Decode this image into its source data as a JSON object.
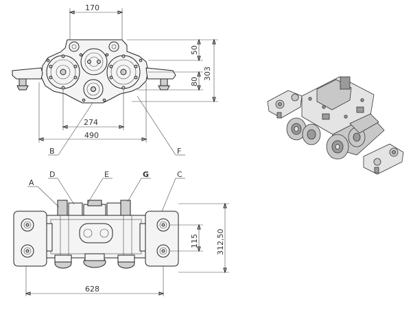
{
  "dimensions": {
    "top_width": "170",
    "top_height_upper": "50",
    "top_height_total": "303",
    "top_height_lower": "80",
    "mid_width": "274",
    "overall_width": "490",
    "bottom_width": "628",
    "bottom_height_inner": "115",
    "bottom_height_total": "312,50"
  },
  "callouts": {
    "a": "A",
    "b": "B",
    "c": "C",
    "d": "D",
    "e": "E",
    "f": "F",
    "g": "G"
  }
}
